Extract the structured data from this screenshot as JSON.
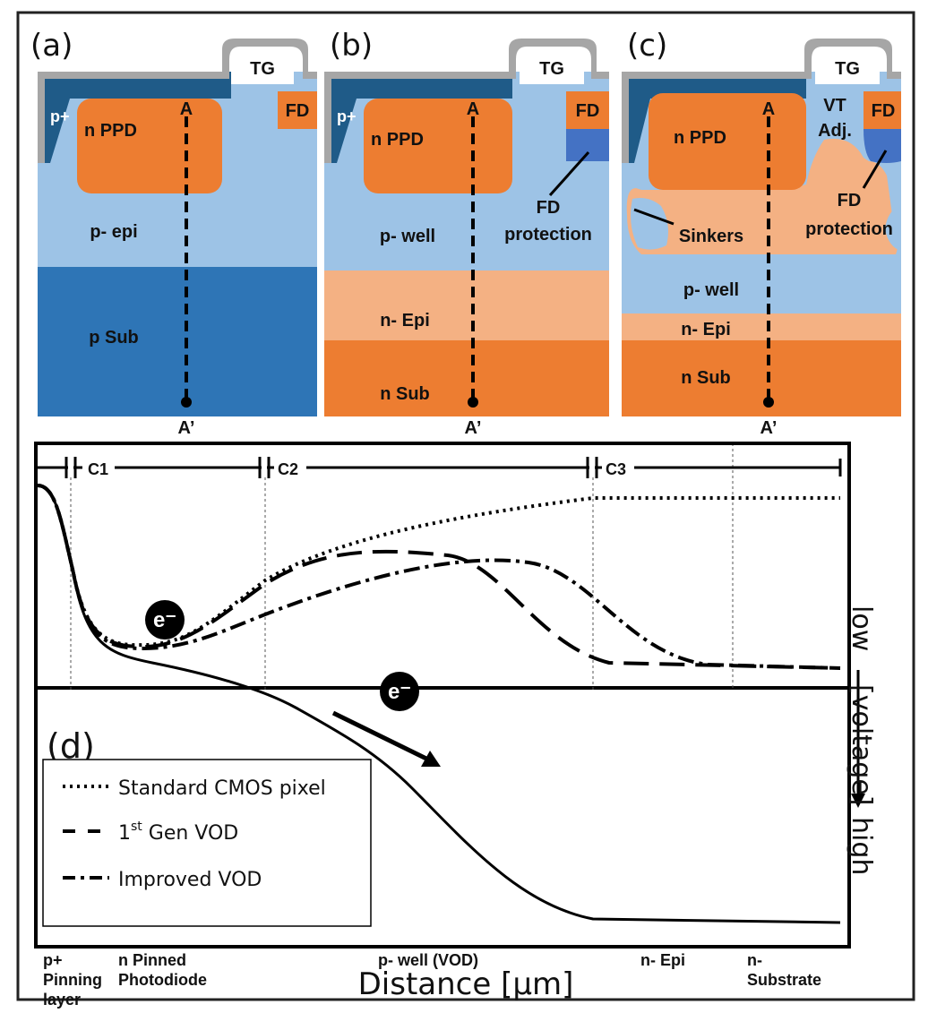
{
  "colors": {
    "dark_blue": "#1f5b88",
    "mid_blue": "#2e75b6",
    "light_blue": "#9dc3e6",
    "orange": "#ed7d31",
    "peach": "#f4b183",
    "gray": "#a6a6a6",
    "fd_protect_blue": "#4472c4"
  },
  "panels": {
    "a": {
      "tag": "(a)",
      "tg": "TG",
      "fd": "FD",
      "pplus": "p+",
      "ppd": "n PPD",
      "layer1": "p- epi",
      "layer2": "p Sub",
      "a_top": "A",
      "a_bottom": "A’"
    },
    "b": {
      "tag": "(b)",
      "tg": "TG",
      "fd": "FD",
      "pplus": "p+",
      "ppd": "n PPD",
      "layer1": "p- well",
      "layer2": "n- Epi",
      "layer3": "n Sub",
      "fd_prot_1": "FD",
      "fd_prot_2": "protection",
      "a_top": "A",
      "a_bottom": "A’"
    },
    "c": {
      "tag": "(c)",
      "tg": "TG",
      "fd": "FD",
      "ppd": "n PPD",
      "vt_1": "VT",
      "vt_2": "Adj.",
      "sinkers": "Sinkers",
      "fd_prot_1": "FD",
      "fd_prot_2": "protection",
      "layer1": "p- well",
      "layer2": "n- Epi",
      "layer3": "n Sub",
      "a_top": "A",
      "a_bottom": "A’"
    }
  },
  "plot": {
    "tag": "(d)",
    "c1": "C1",
    "c2": "C2",
    "c3": "C3",
    "electron": "e⁻",
    "y_axis_low": "low",
    "y_axis_label": "[voltage]",
    "y_axis_high": "high",
    "x_axis_label": "Distance [µm]",
    "regions": [
      {
        "line1": "p+",
        "line2": "Pinning",
        "line3": "layer"
      },
      {
        "line1": "n Pinned",
        "line2": "Photodiode"
      },
      {
        "line1": "p- well (VOD)"
      },
      {
        "line1": "n- Epi"
      },
      {
        "line1": "n-",
        "line2": "Substrate"
      }
    ],
    "legend": {
      "standard": "Standard CMOS pixel",
      "gen_pre": "1",
      "gen_sup": "st",
      "gen_post": " Gen VOD",
      "improved": "Improved VOD"
    }
  }
}
